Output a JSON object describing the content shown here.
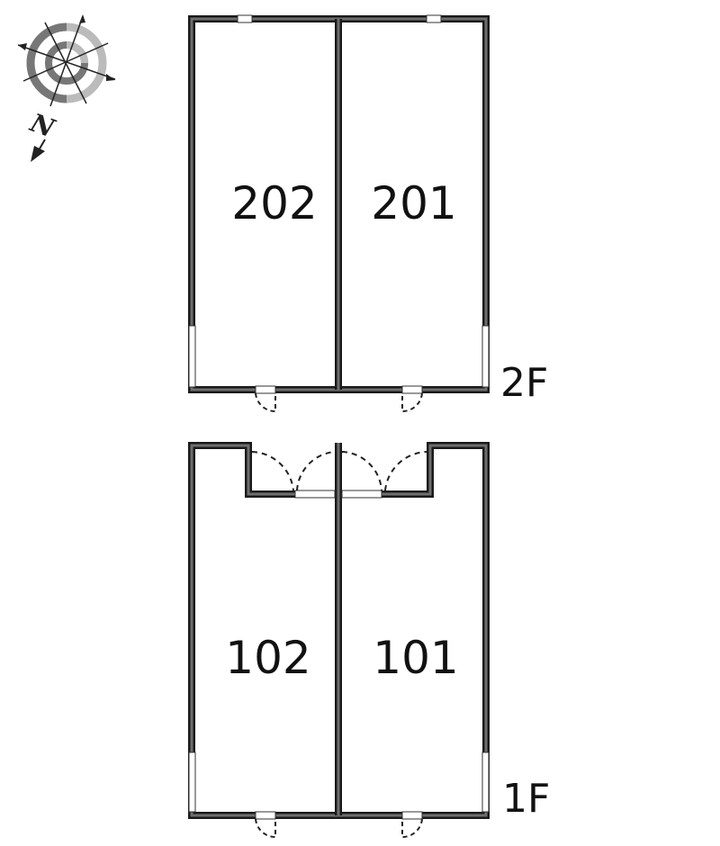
{
  "diagram": {
    "type": "floor-plan",
    "colors": {
      "wall_outer": "#1a1a1a",
      "wall_fill": "#6e6e6e",
      "background": "#ffffff",
      "compass_dark": "#777777",
      "compass_light": "#bbbbbb"
    },
    "compass": {
      "north_label": "N"
    },
    "floors": [
      {
        "label": "2F",
        "units": [
          {
            "id": "202"
          },
          {
            "id": "201"
          }
        ]
      },
      {
        "label": "1F",
        "units": [
          {
            "id": "102"
          },
          {
            "id": "101"
          }
        ]
      }
    ]
  }
}
